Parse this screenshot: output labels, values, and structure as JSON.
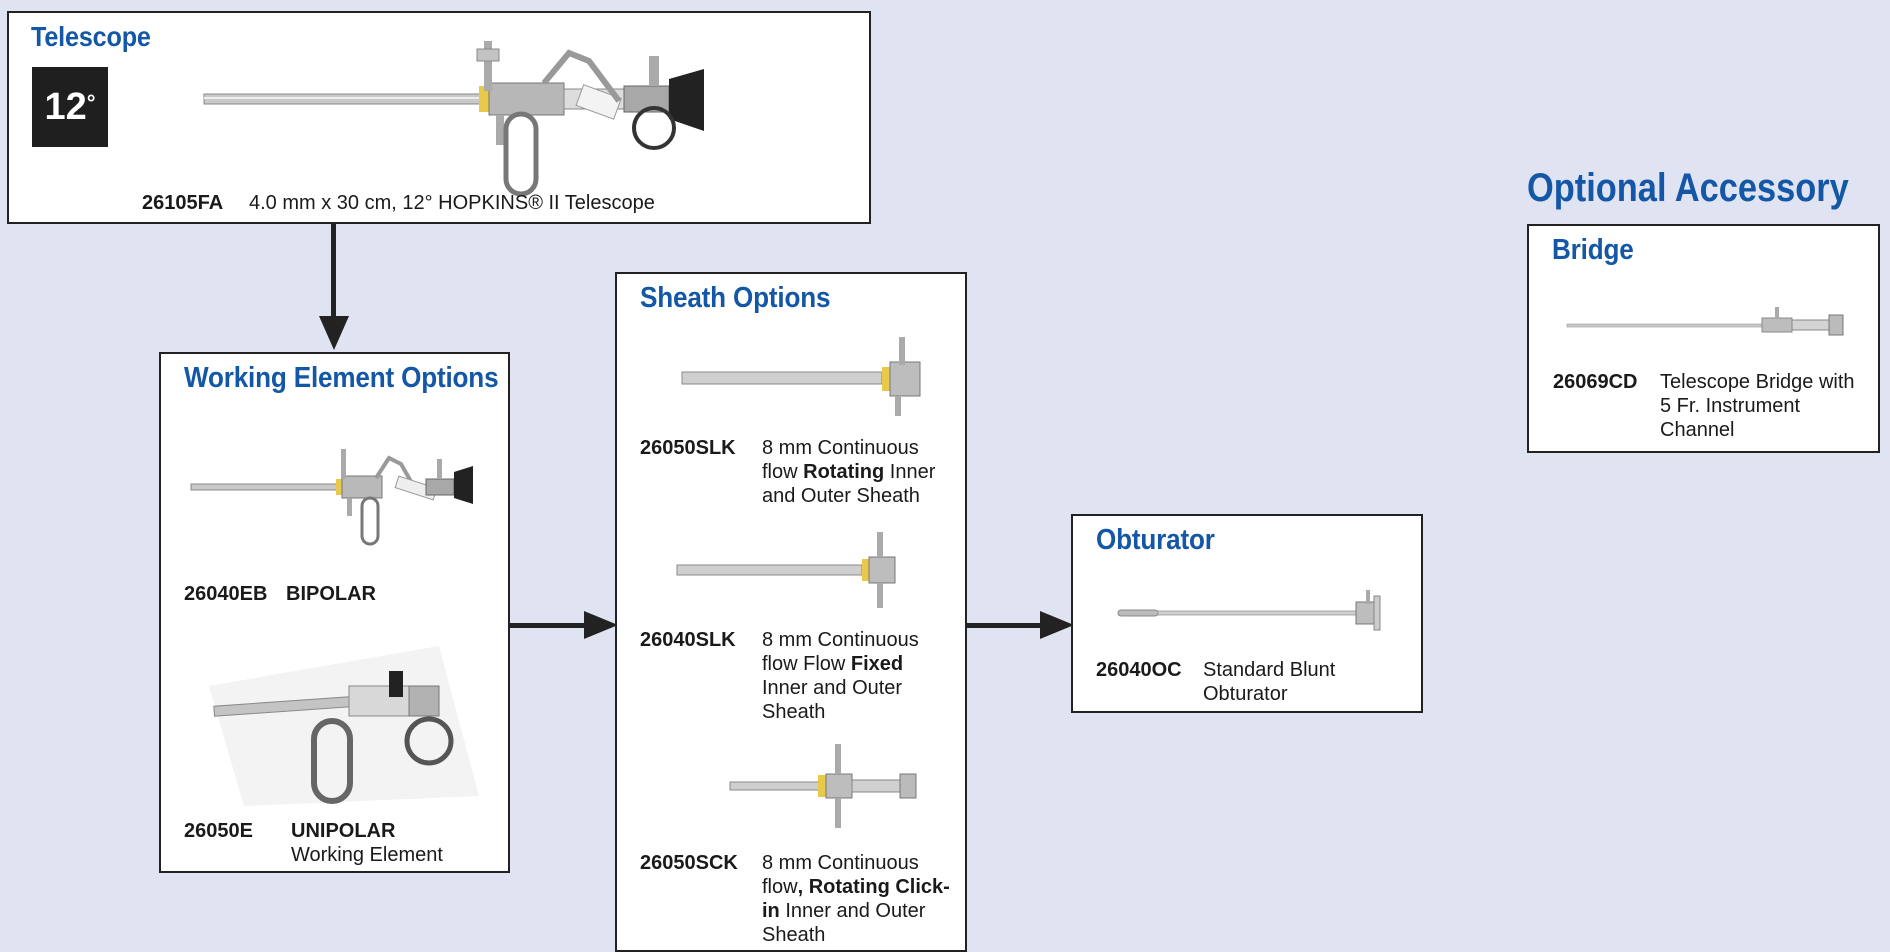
{
  "telescope": {
    "title": "Telescope",
    "angle_badge": "12",
    "angle_degree": "°",
    "code": "26105FA",
    "description": "4.0 mm x 30 cm, 12° HOPKINS® II Telescope"
  },
  "working_element": {
    "title": "Working Element Options",
    "items": [
      {
        "code": "26040EB",
        "label": "BIPOLAR"
      },
      {
        "code": "26050E",
        "label": "UNIPOLAR",
        "sub": "Working Element"
      }
    ]
  },
  "sheath": {
    "title": "Sheath Options",
    "items": [
      {
        "code": "26050SLK",
        "desc_parts": [
          "8 mm Continuous flow ",
          "Rotating",
          " Inner and Outer Sheath"
        ]
      },
      {
        "code": "26040SLK",
        "desc_parts": [
          "8 mm Continuous flow Flow ",
          "Fixed",
          " Inner and Outer Sheath"
        ]
      },
      {
        "code": "26050SCK",
        "desc_parts": [
          "8 mm Continuous flow",
          ", Rotating Click-in",
          " Inner and Outer Sheath"
        ]
      }
    ]
  },
  "obturator": {
    "title": "Obturator",
    "code": "26040OC",
    "description": "Standard Blunt Obturator"
  },
  "optional": {
    "heading": "Optional Accessory",
    "title": "Bridge",
    "code": "26069CD",
    "description": "Telescope Bridge with 5 Fr. Instrument Channel"
  },
  "colors": {
    "background": "#dfe3f2",
    "title_blue": "#1457a6",
    "border": "#222222"
  }
}
